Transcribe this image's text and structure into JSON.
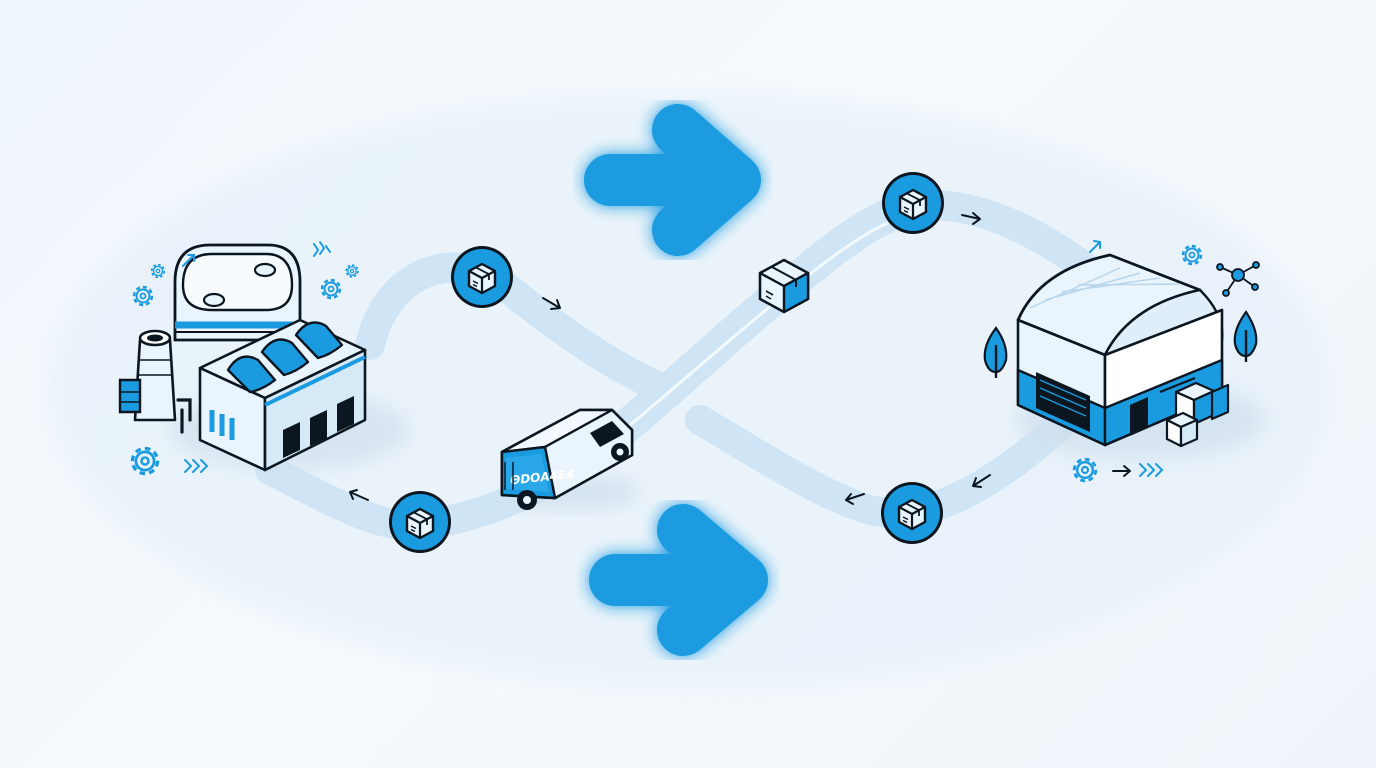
{
  "colors": {
    "accent": "#1a9be0",
    "accent_dark": "#0f86c8",
    "outline": "#0b1620",
    "path": "#cfe5f5",
    "path_light": "#e6f2fb",
    "building_fill": "#eaf4fc",
    "building_shade": "#c9e2f4",
    "background": "#f3f8fc"
  },
  "icons": [
    "factory-icon",
    "warehouse-icon",
    "delivery-van-icon",
    "package-badge-icon",
    "package-cube-icon",
    "big-arrow-right-icon",
    "gear-icon",
    "tree-icon",
    "network-node-icon",
    "small-arrow-icon",
    "chevrons-icon"
  ],
  "van": {
    "label": "ΘDOA4E4"
  },
  "flow": {
    "direction": "left-to-right",
    "loop": "infinity"
  }
}
